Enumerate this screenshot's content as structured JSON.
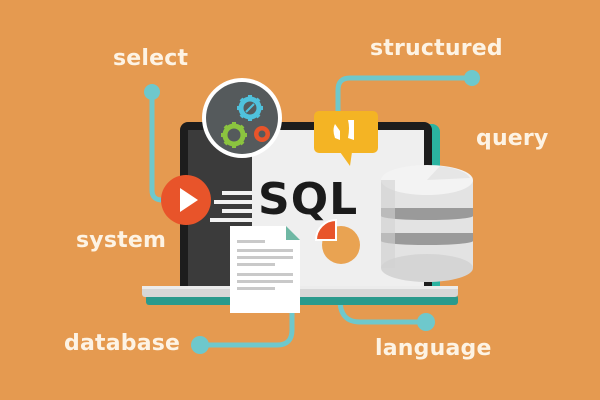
{
  "diagram": {
    "title": "SQL",
    "labels": {
      "select": "select",
      "structured": "structured",
      "query": "query",
      "system": "system",
      "database": "database",
      "language": "language"
    },
    "icons": [
      "gears-icon",
      "speech-bubble-icon",
      "play-icon",
      "document-icon",
      "pie-chart-icon",
      "database-cylinder-icon",
      "laptop-icon"
    ],
    "colors": {
      "background": "#e59a50",
      "connector": "#6ec8cc",
      "label_text": "#fdf3e4",
      "laptop_frame": "#222222",
      "screen": "#efefef",
      "play_button": "#e8542a",
      "bubble": "#f4b424",
      "gear_blue": "#4fc1dc",
      "gear_green": "#8bc43f",
      "gear_orange": "#e8542a"
    }
  }
}
